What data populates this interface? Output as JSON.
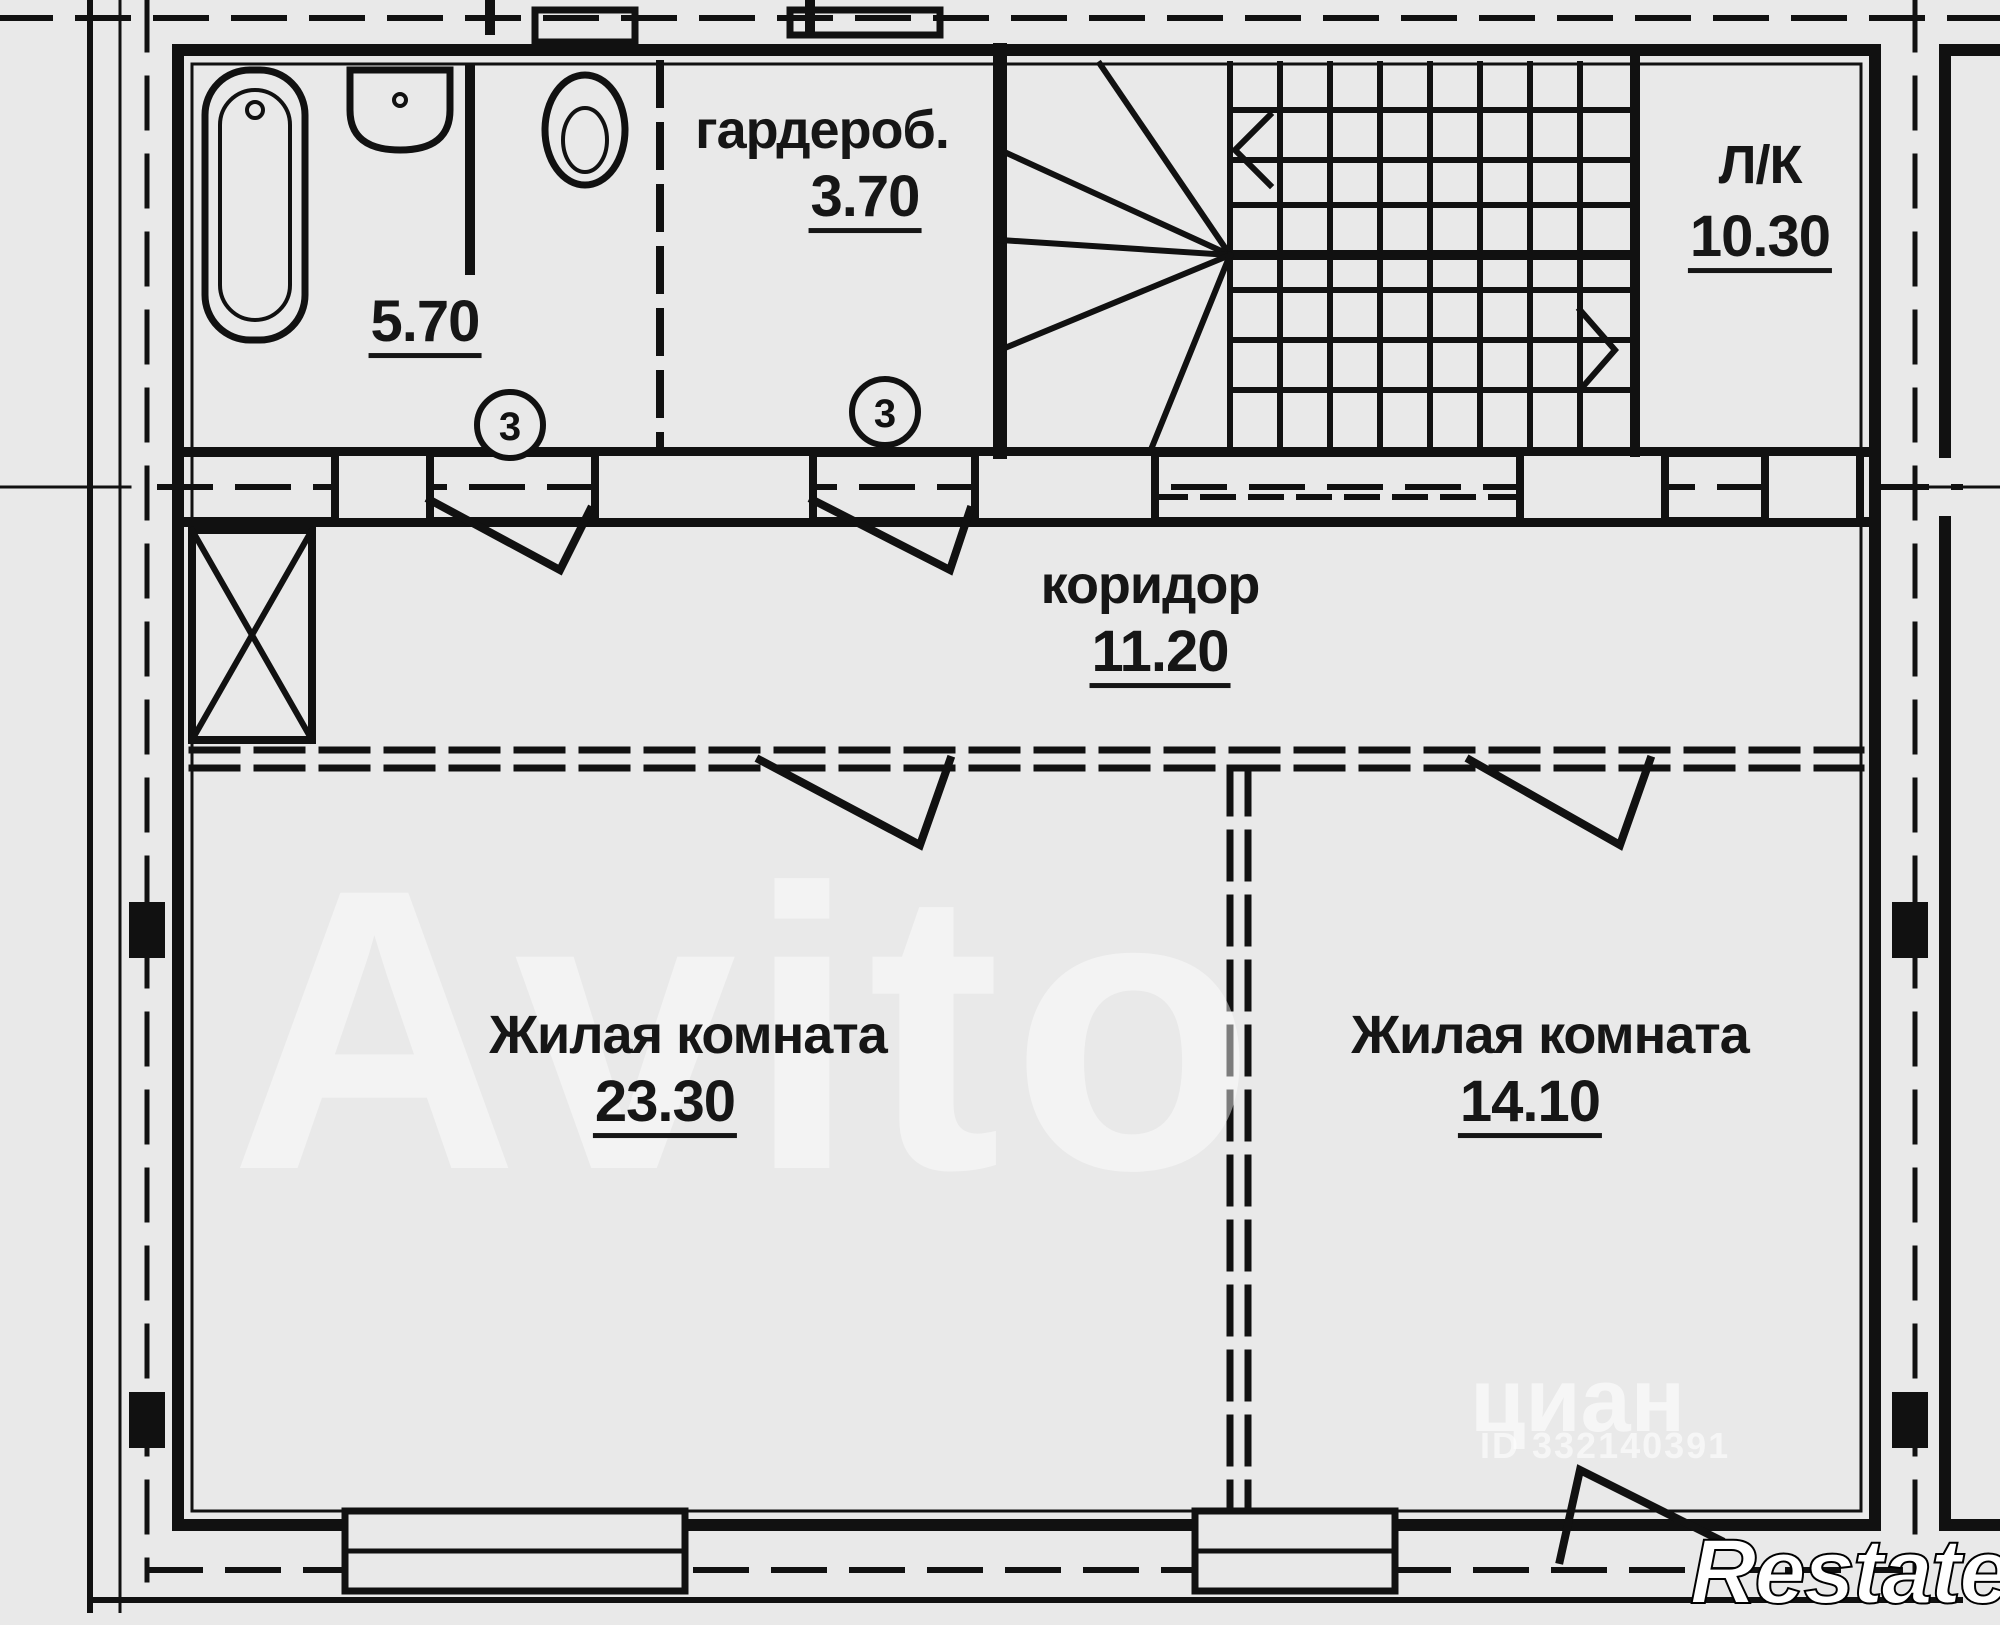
{
  "rooms": {
    "bathroom": {
      "name": "",
      "area": "5.70"
    },
    "wardrobe": {
      "name": "гардероб.",
      "area": "3.70"
    },
    "stair": {
      "name": "Л/К",
      "area": "10.30"
    },
    "corridor": {
      "name": "коридор",
      "area": "11.20"
    },
    "living_left": {
      "name": "Жилая комната",
      "area": "23.30"
    },
    "living_right": {
      "name": "Жилая комната",
      "area": "14.10"
    }
  },
  "door_markers": [
    "3",
    "3"
  ],
  "watermarks": {
    "avito": "Avito",
    "cian": "циан",
    "cian_id": "ID 332140391",
    "brand": "Restate"
  },
  "colors": {
    "line": "#111111",
    "background": "#e9e9e9"
  }
}
